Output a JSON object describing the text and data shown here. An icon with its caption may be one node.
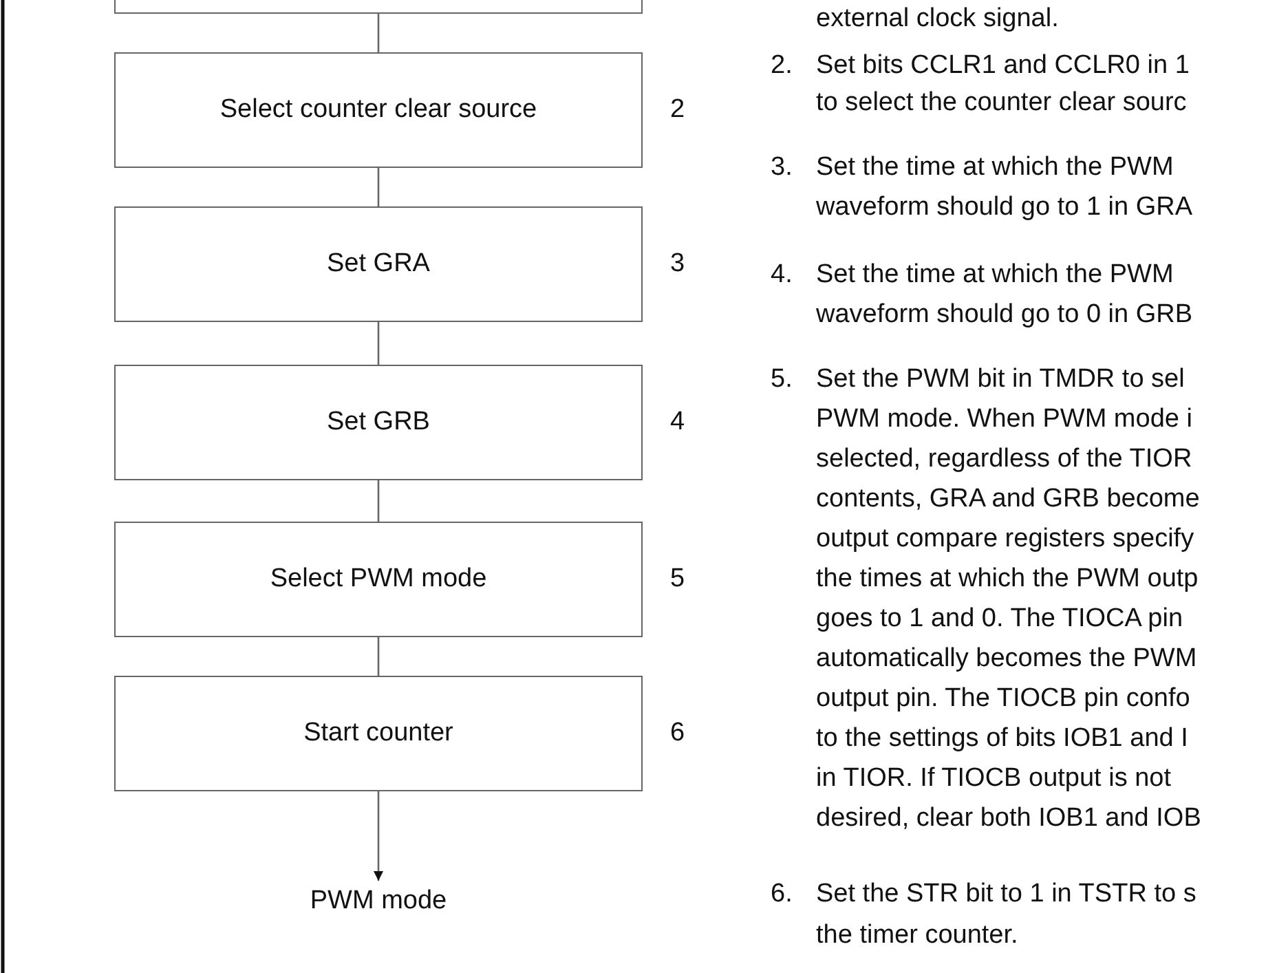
{
  "diagram": {
    "nodes": [
      {
        "text": [],
        "shape": "box"
      },
      {
        "text": [
          "Select counter clear source"
        ],
        "beside": [
          "2"
        ]
      },
      {
        "text": [
          "Set GRA"
        ],
        "beside": [
          "3"
        ]
      },
      {
        "text": [
          "Set GRB"
        ],
        "beside": [
          "4"
        ]
      },
      {
        "text": [
          "Select PWM mode"
        ],
        "beside": [
          "5"
        ]
      },
      {
        "text": [
          "Start counter"
        ],
        "beside": [
          "6"
        ]
      },
      {
        "text": [
          "PWM mode"
        ]
      }
    ],
    "edges": [
      {
        "from": 0,
        "to": 1,
        "arrow": "none"
      },
      {
        "from": 1,
        "to": 2,
        "arrow": "none"
      },
      {
        "from": 2,
        "to": 3,
        "arrow": "none"
      },
      {
        "from": 3,
        "to": 4,
        "arrow": "none"
      },
      {
        "from": 4,
        "to": 5,
        "arrow": "none"
      },
      {
        "from": 5,
        "to": 6,
        "arrow": "to"
      }
    ],
    "labels": [
      "external clock signal.",
      "2.",
      "Set bits CCLR1 and CCLR0 in 1",
      "to select the counter clear sourc",
      "3.",
      "Set the time at which the PWM",
      "waveform should go to 1 in GRA",
      "4.",
      "Set the time at which the PWM",
      "waveform should go to 0 in GRB",
      "5.",
      "Set the PWM bit in TMDR to sel",
      "PWM mode. When PWM mode i",
      "selected, regardless of the TIOR",
      "contents, GRA and GRB become",
      "output compare registers specify",
      "the times at which the PWM outp",
      "goes to 1 and 0. The TIOCA pin",
      "automatically becomes the PWM",
      "output pin. The TIOCB pin confo",
      "to the settings of bits IOB1 and I",
      "in TIOR. If TIOCB output is not",
      "desired, clear both IOB1 and IOB",
      "6.",
      "Set the STR bit to 1 in TSTR to s",
      "the timer counter."
    ]
  }
}
